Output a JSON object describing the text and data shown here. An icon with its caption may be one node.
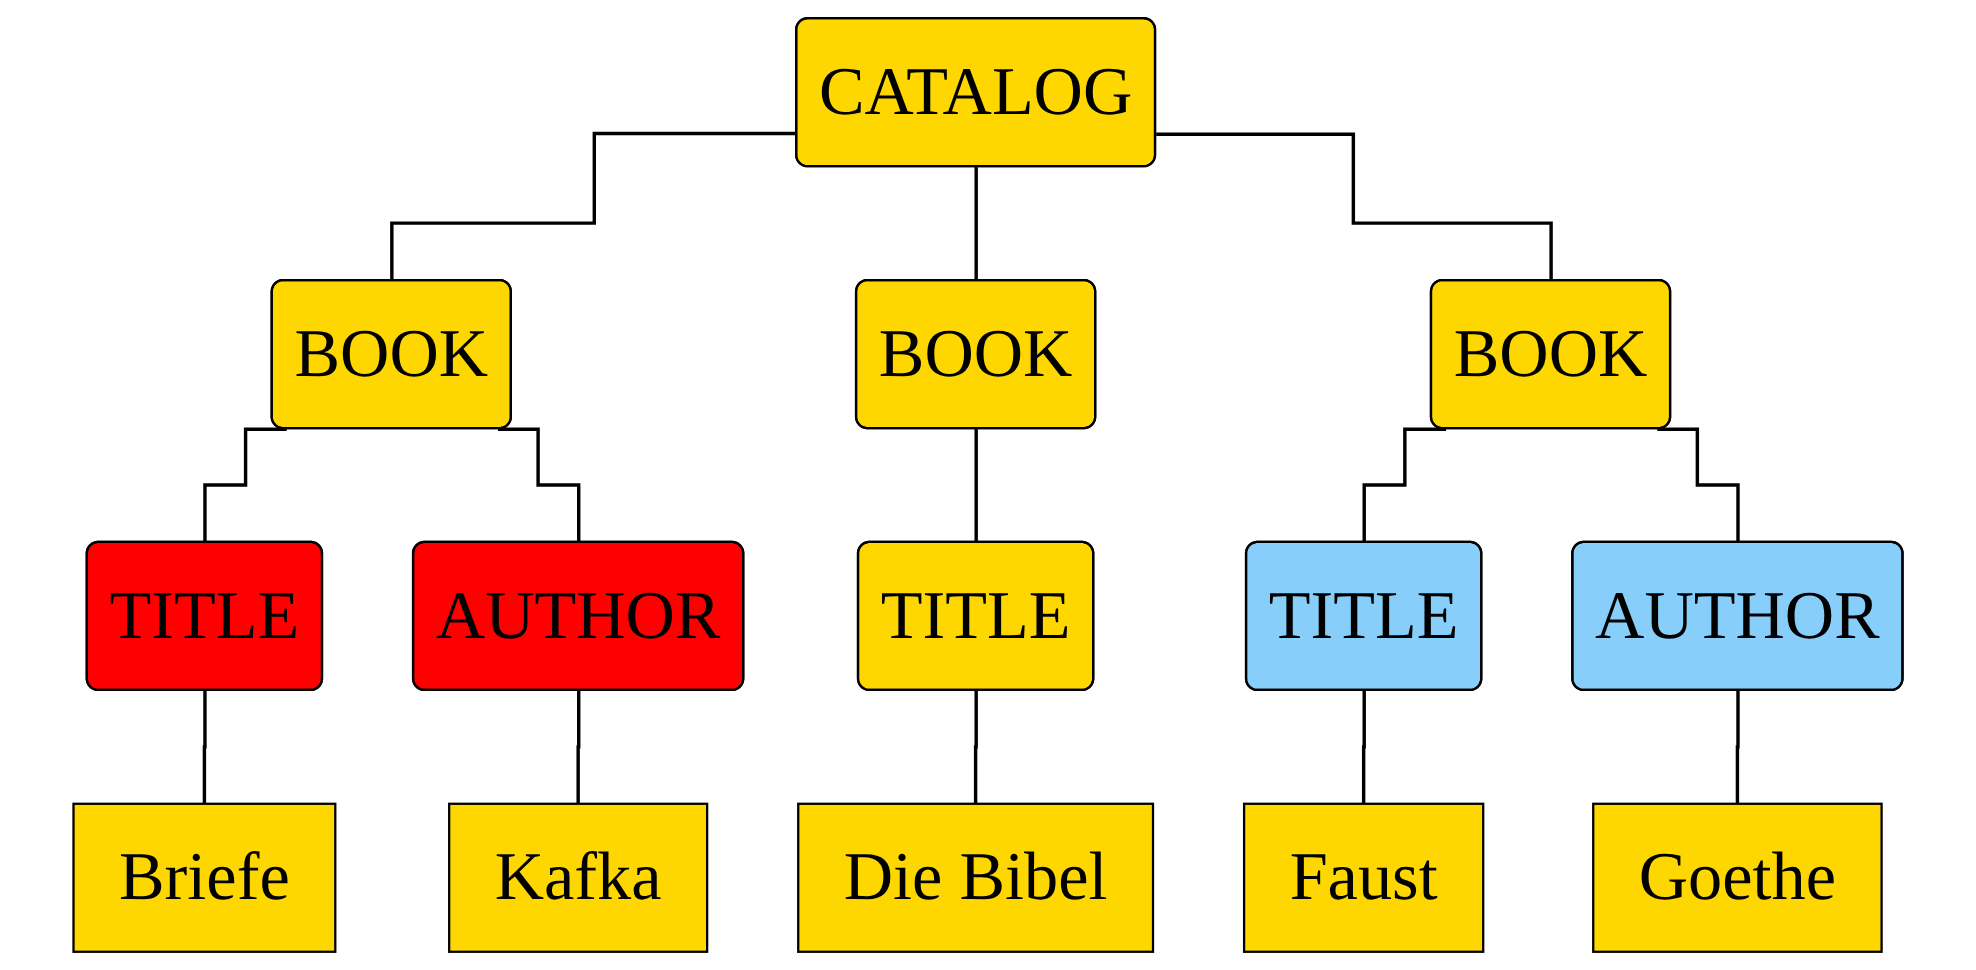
{
  "diagram": {
    "nodes": [
      {
        "text": [
          "CATALOG"
        ]
      },
      {
        "text": [
          "BOOK"
        ]
      },
      {
        "text": [
          "BOOK"
        ]
      },
      {
        "text": [
          "BOOK"
        ]
      },
      {
        "text": [
          "TITLE"
        ]
      },
      {
        "text": [
          "AUTHOR"
        ]
      },
      {
        "text": [
          "TITLE"
        ]
      },
      {
        "text": [
          "TITLE"
        ]
      },
      {
        "text": [
          "AUTHOR"
        ]
      },
      {
        "text": [
          "Briefe"
        ]
      },
      {
        "text": [
          "Kafka"
        ]
      },
      {
        "text": [
          "Die Bibel"
        ]
      },
      {
        "text": [
          "Faust"
        ]
      },
      {
        "text": [
          "Goethe"
        ]
      }
    ],
    "edges": [
      {
        "from": 0,
        "to": 1,
        "arrow": "none"
      },
      {
        "from": 0,
        "to": 2,
        "arrow": "none"
      },
      {
        "from": 0,
        "to": 3,
        "arrow": "none"
      },
      {
        "from": 1,
        "to": 4,
        "arrow": "none"
      },
      {
        "from": 1,
        "to": 5,
        "arrow": "none"
      },
      {
        "from": 2,
        "to": 6,
        "arrow": "none"
      },
      {
        "from": 3,
        "to": 7,
        "arrow": "none"
      },
      {
        "from": 3,
        "to": 8,
        "arrow": "none"
      },
      {
        "from": 4,
        "to": 9,
        "arrow": "none"
      },
      {
        "from": 5,
        "to": 10,
        "arrow": "none"
      },
      {
        "from": 6,
        "to": 11,
        "arrow": "none"
      },
      {
        "from": 7,
        "to": 12,
        "arrow": "none"
      },
      {
        "from": 8,
        "to": 13,
        "arrow": "none"
      }
    ]
  }
}
